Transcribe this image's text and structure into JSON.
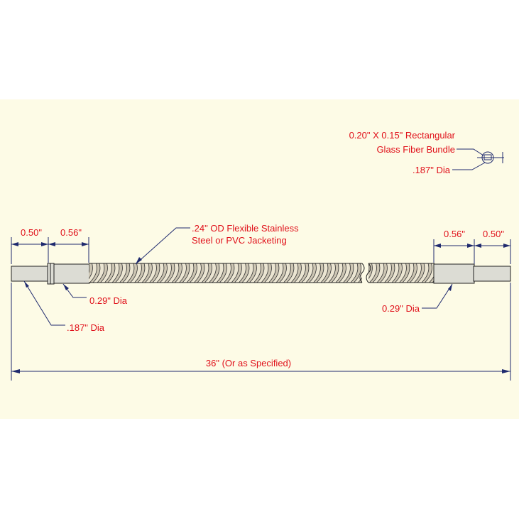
{
  "colors": {
    "sheet": "#fdfbe6",
    "label": "#e0101a",
    "dimension": "#1f2a6e",
    "metal": "#dcdcd4",
    "coil": "#cdc6b4"
  },
  "labels": {
    "bundle_line1": "0.20\" X 0.15\" Rectangular",
    "bundle_line2": "Glass Fiber Bundle",
    "end_dia_top": ".187\" Dia",
    "left_tip_len": "0.50\"",
    "left_ferrule_len": "0.56\"",
    "jacket_line1": ".24\" OD Flexible Stainless",
    "jacket_line2": "Steel or PVC Jacketing",
    "right_ferrule_len": "0.56\"",
    "right_tip_len": "0.50\"",
    "left_ferrule_dia": "0.29\" Dia",
    "right_ferrule_dia": "0.29\" Dia",
    "left_tip_dia": ".187\" Dia",
    "overall_length": "36\" (Or as Specified)"
  }
}
